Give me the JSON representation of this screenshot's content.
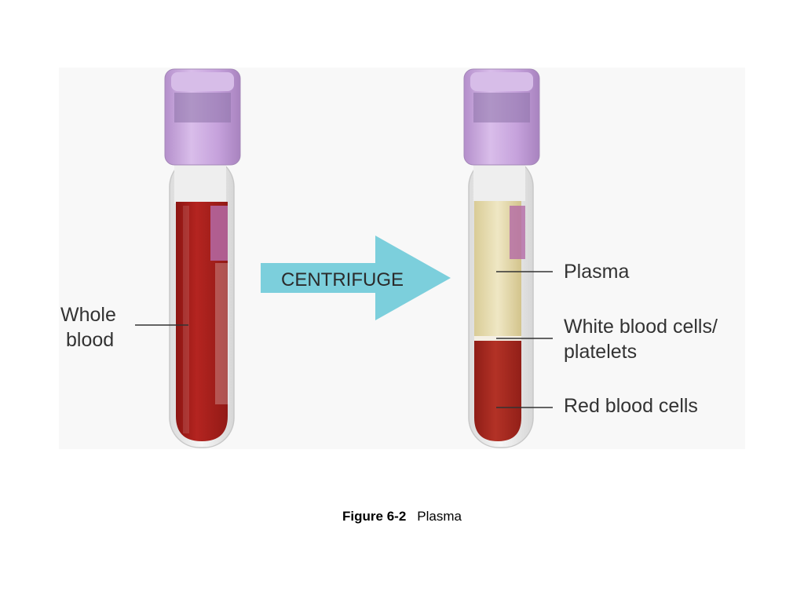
{
  "diagram": {
    "arrow_label": "CENTRIFUGE",
    "left_tube": {
      "label_line1": "Whole",
      "label_line2": "blood"
    },
    "right_tube": {
      "plasma_label": "Plasma",
      "wbc_label_line1": "White blood cells/",
      "wbc_label_line2": "platelets",
      "rbc_label": "Red blood cells"
    }
  },
  "caption": {
    "figure_number": "Figure 6-2",
    "title": "Plasma"
  },
  "colors": {
    "cap_purple": "#c9a6de",
    "whole_blood": "#a51d1c",
    "plasma": "#e6dcae",
    "red_cells": "#a52a20",
    "arrow": "#7ccfdc"
  }
}
